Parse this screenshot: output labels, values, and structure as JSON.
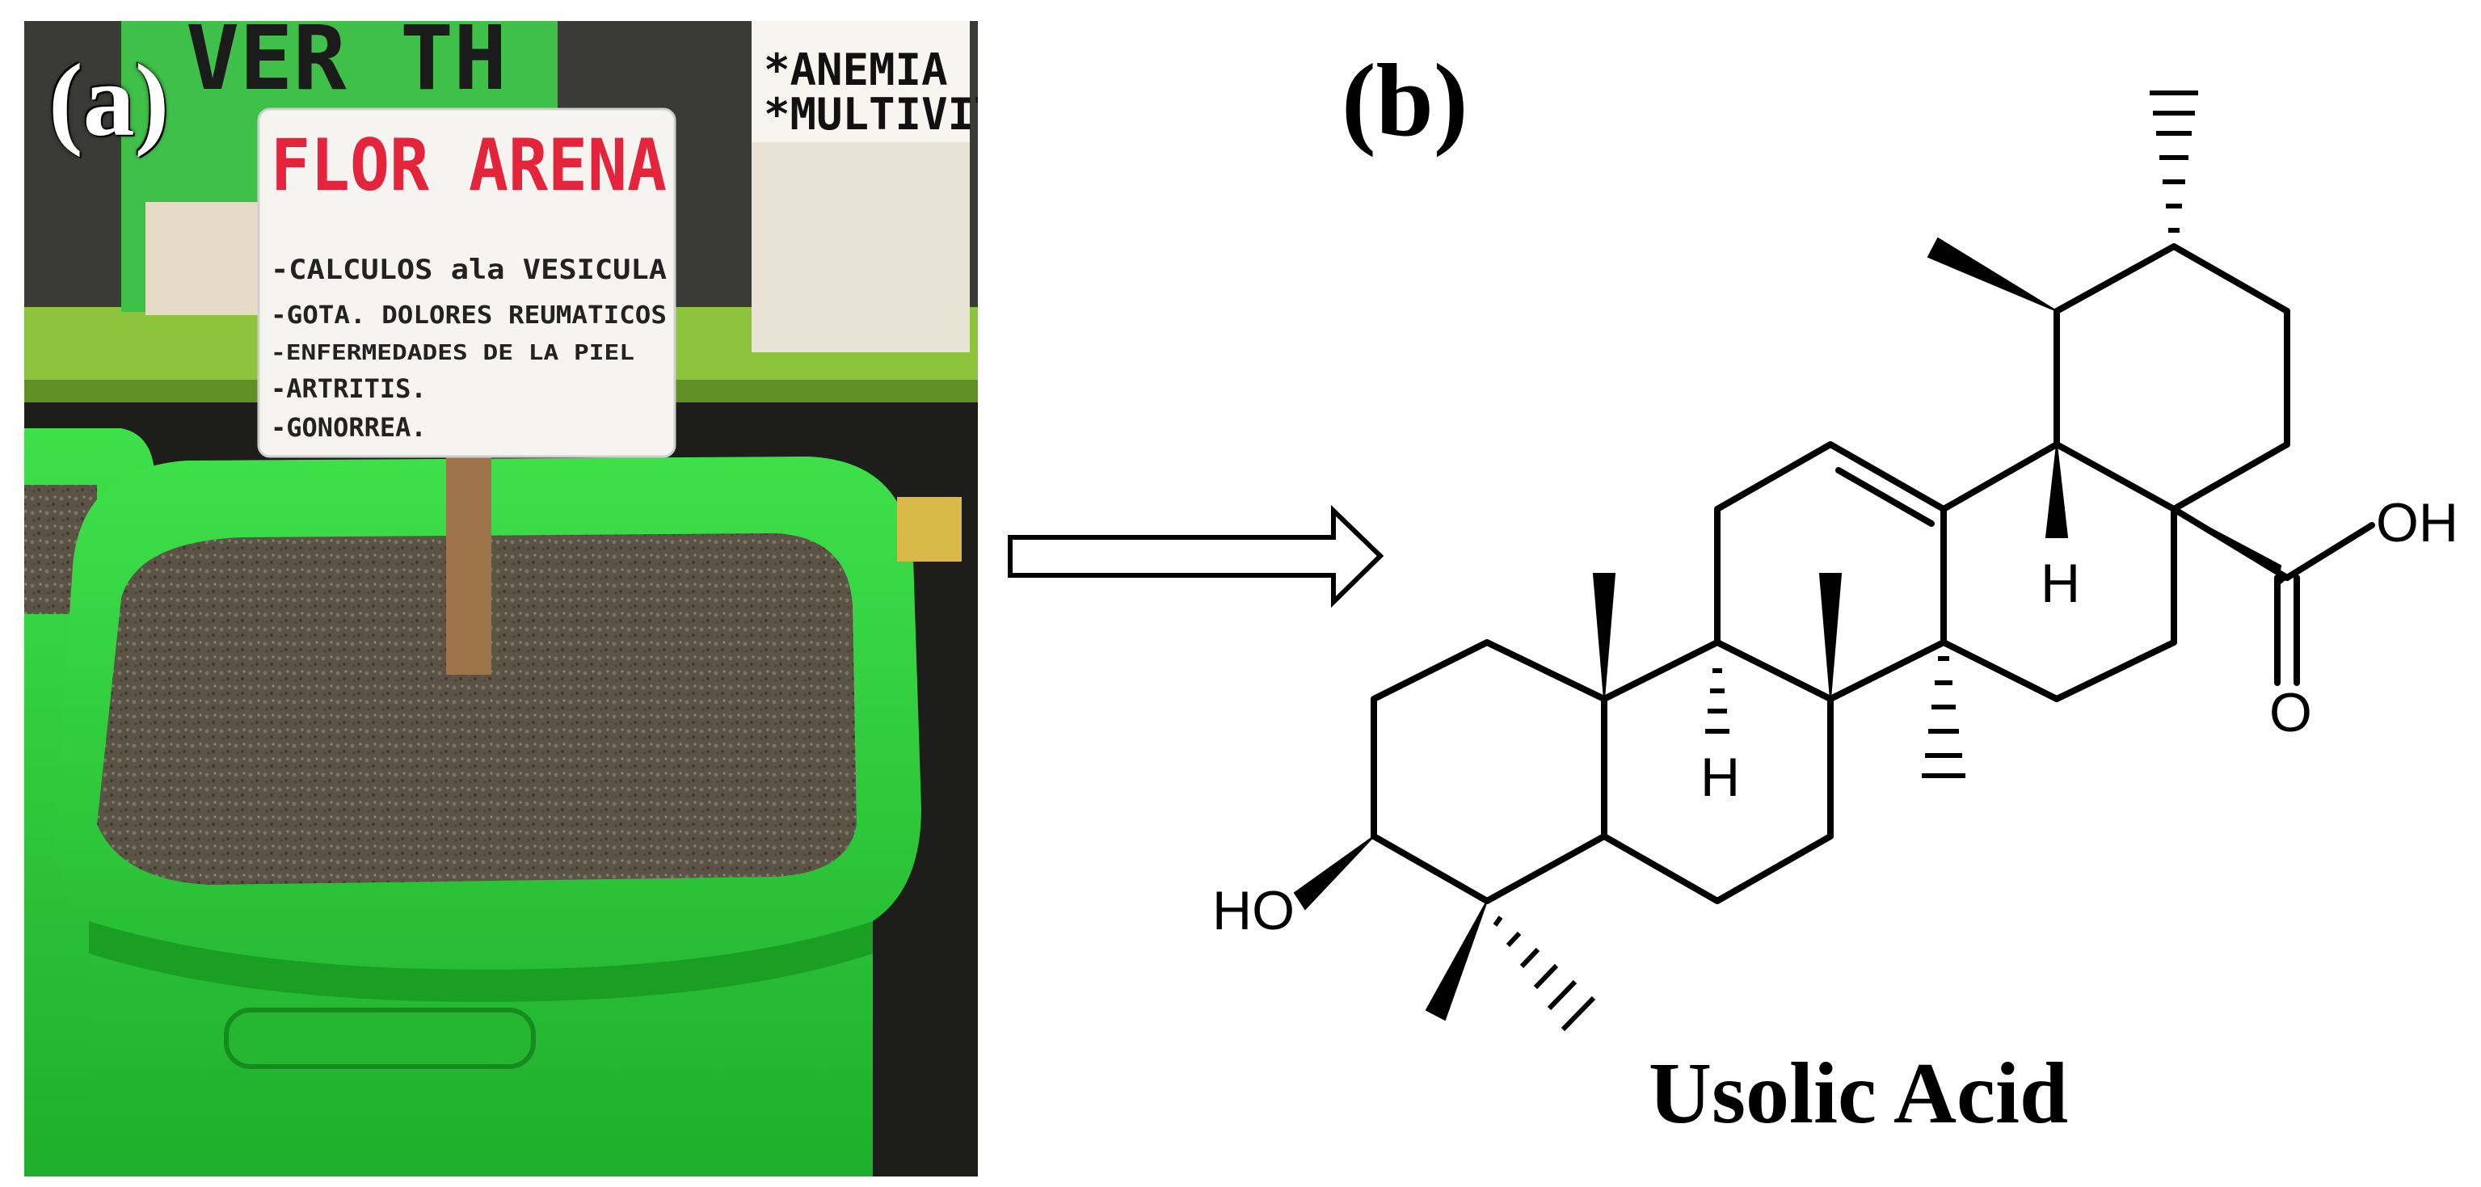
{
  "panels": {
    "a": {
      "label": "(a)",
      "sign": {
        "title": "FLOR ARENA",
        "lines": [
          "-CALCULOS ala VESICULA",
          "-GOTA. DOLORES REUMATICOS",
          "-ENFERMEDADES DE LA PIEL",
          "-ARTRITIS.",
          "-GONORREA."
        ]
      },
      "background_signs": {
        "left": "VER TH",
        "right_lines": [
          "*ANEMIA",
          "*MULTIVITA"
        ]
      }
    },
    "b": {
      "label": "(b)",
      "atoms": {
        "oh_acid": "OH",
        "o_carbonyl": "O",
        "ho": "HO",
        "h_upper": "H",
        "h_lower": "H"
      },
      "caption": "Usolic Acid"
    }
  },
  "colors": {
    "bin_green": "#2fd23a",
    "bin_dark": "#1a9e23",
    "seed": "#5e574a",
    "sign_red": "#e3243b",
    "shelf": "#8cc43b"
  }
}
